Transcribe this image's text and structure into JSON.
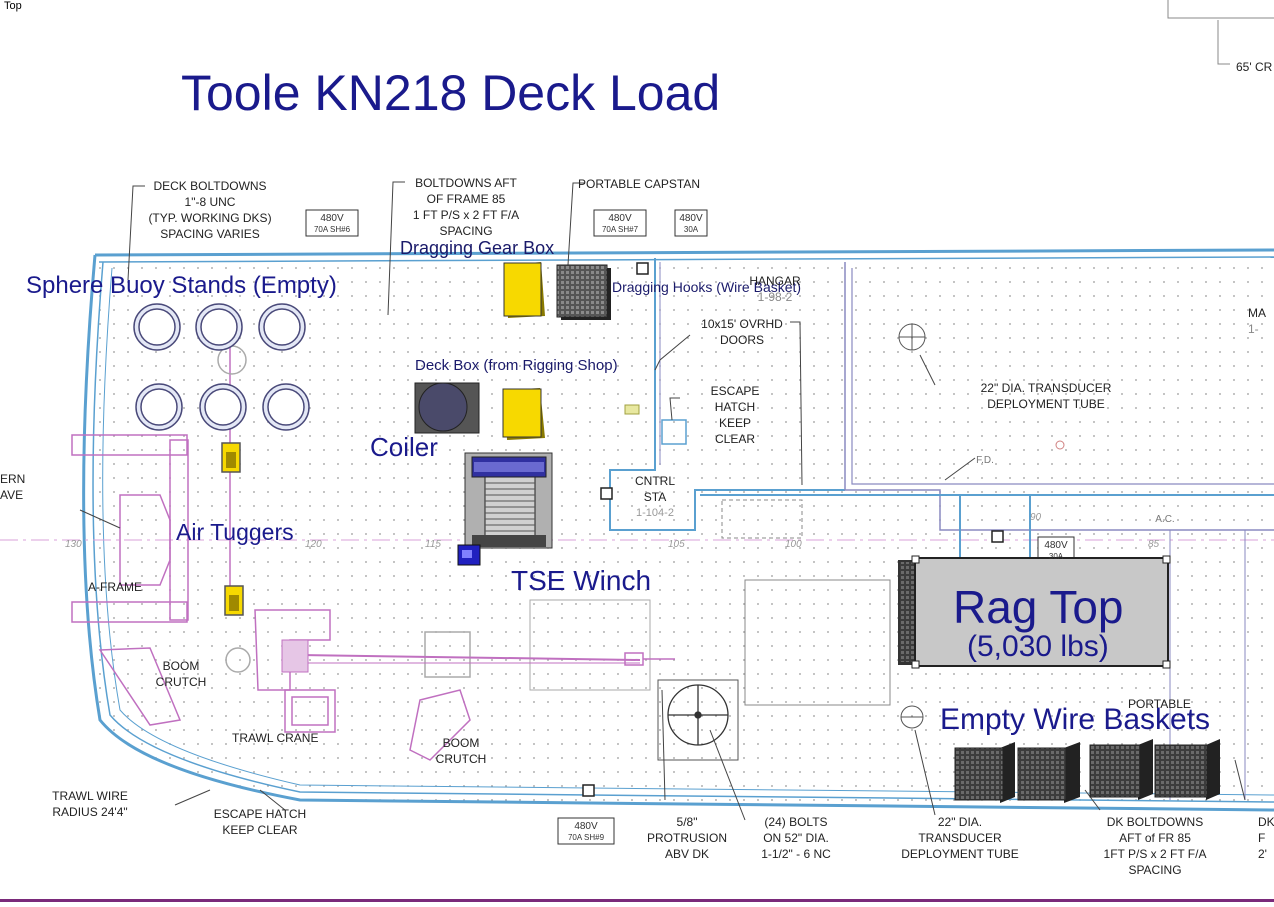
{
  "view_label": "Top",
  "title": "Toole KN218 Deck Load",
  "equipment_labels": {
    "sphere_buoy_stands": "Sphere Buoy Stands (Empty)",
    "dragging_gear_box": "Dragging Gear Box",
    "dragging_hooks": "Dragging Hooks (Wire Basket)",
    "deck_box": "Deck Box (from Rigging Shop)",
    "coiler": "Coiler",
    "air_tuggers": "Air Tuggers",
    "tse_winch": "TSE Winch",
    "rag_top": "Rag Top",
    "rag_top_weight": "(5,030 lbs)",
    "empty_wire_baskets": "Empty Wire Baskets"
  },
  "drawing_notes": {
    "deck_boltdowns_1": "DECK BOLTDOWNS",
    "deck_boltdowns_2": "1\"-8 UNC",
    "deck_boltdowns_3": "(TYP. WORKING DKS)",
    "deck_boltdowns_4": "SPACING VARIES",
    "boltdowns_aft_1": "BOLTDOWNS AFT",
    "boltdowns_aft_2": "OF FRAME 85",
    "boltdowns_aft_3": "1 FT P/S x 2 FT F/A",
    "boltdowns_aft_4": "SPACING",
    "portable_capstan": "PORTABLE CAPSTAN",
    "power_1a": "480V",
    "power_1b": "70A SH#6",
    "power_2a": "480V",
    "power_2b": "70A SH#7",
    "power_3a": "480V",
    "power_3b": "30A",
    "power_4a": "480V",
    "power_4b": "30A",
    "power_5a": "480V",
    "power_5b": "70A SH#9",
    "hangar_1": "HANGAR",
    "hangar_2": "1-98-2",
    "ovrhd_doors_1": "10x15' OVRHD",
    "ovrhd_doors_2": "DOORS",
    "escape_hatch_1": "ESCAPE",
    "escape_hatch_2": "HATCH",
    "escape_hatch_3": "KEEP",
    "escape_hatch_4": "CLEAR",
    "transducer_top_1": "22\" DIA. TRANSDUCER",
    "transducer_top_2": "DEPLOYMENT TUBE",
    "cntrl_sta_1": "CNTRL",
    "cntrl_sta_2": "STA",
    "cntrl_sta_3": "1-104-2",
    "stern_sheave_1": "ERN",
    "stern_sheave_2": "AVE",
    "a_frame": "A-FRAME",
    "boom_crutch_left_1": "BOOM",
    "boom_crutch_left_2": "CRUTCH",
    "trawl_crane": "TRAWL CRANE",
    "boom_crutch_mid_1": "BOOM",
    "boom_crutch_mid_2": "CRUTCH",
    "trawl_wire_1": "TRAWL WIRE",
    "trawl_wire_2": "RADIUS 24'4\"",
    "escape_hatch_bottom_1": "ESCAPE HATCH",
    "escape_hatch_bottom_2": "KEEP CLEAR",
    "protrusion_1": "5/8\"",
    "protrusion_2": "PROTRUSION",
    "protrusion_3": "ABV DK",
    "bolts_1": "(24) BOLTS",
    "bolts_2": "ON 52\" DIA.",
    "bolts_3": "1-1/2\" - 6 NC",
    "transducer_bottom_1": "22\" DIA.",
    "transducer_bottom_2": "TRANSDUCER",
    "transducer_bottom_3": "DEPLOYMENT TUBE",
    "dk_boltdowns_1": "DK BOLTDOWNS",
    "dk_boltdowns_2": "AFT of FR 85",
    "dk_boltdowns_3": "1FT P/S x 2 FT F/A",
    "dk_boltdowns_4": "SPACING",
    "portable": "PORTABLE",
    "ma_1": "MA",
    "ma_2": "1-",
    "cr_65": "65' CR",
    "ac": "A.C.",
    "fd": "F.D.",
    "dk_right_1": "DK",
    "dk_right_2": "F",
    "dk_right_3": "2'"
  },
  "frame_numbers": [
    "130",
    "120",
    "115",
    "105",
    "100",
    "90",
    "85"
  ],
  "colors": {
    "title_blue": "#1a1a8c",
    "hull_blue": "#5aa0d0",
    "equipment_magenta": "#c070c0",
    "gear_box_yellow": "#f7d900",
    "rag_top_gray": "#c8c8c8",
    "wire_basket_dark": "#4a4a4a",
    "buoy_stand_fill": "#e4e8f6"
  }
}
